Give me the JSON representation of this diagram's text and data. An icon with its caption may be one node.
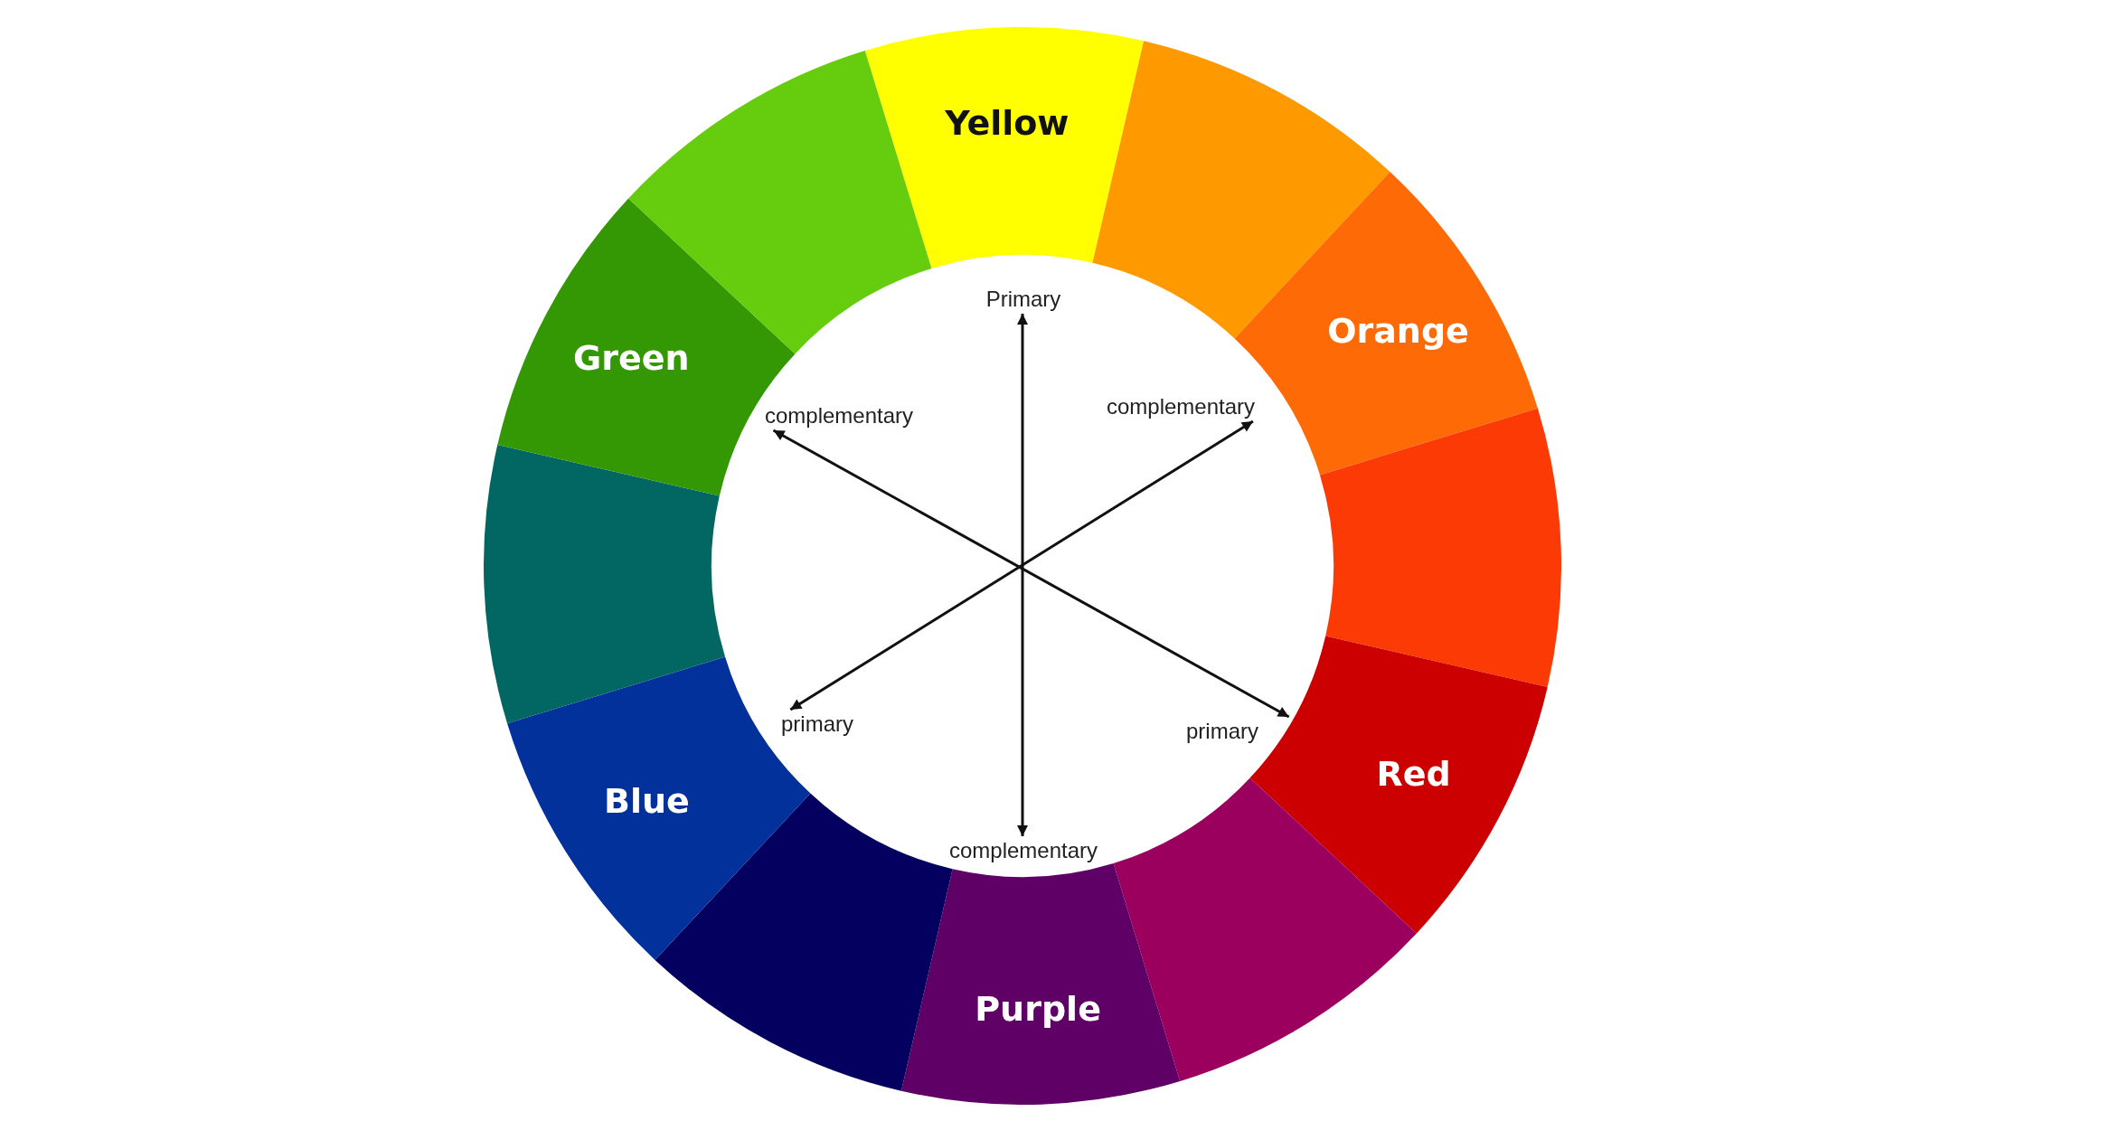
{
  "diagram": {
    "nodes": [
      {
        "text": [
          "Yellow"
        ]
      },
      {
        "text": [],
        "shape": "wedge"
      },
      {
        "text": [
          "Orange"
        ]
      },
      {
        "text": [],
        "shape": "wedge"
      },
      {
        "text": [
          "Red"
        ]
      },
      {
        "text": [],
        "shape": "wedge"
      },
      {
        "text": [
          "Purple"
        ]
      },
      {
        "text": [],
        "shape": "wedge"
      },
      {
        "text": [
          "Blue"
        ]
      },
      {
        "text": [],
        "shape": "wedge"
      },
      {
        "text": [
          "Green"
        ]
      },
      {
        "text": [],
        "shape": "wedge"
      },
      {
        "text": [
          "Primary"
        ]
      },
      {
        "text": [
          "complementary"
        ]
      },
      {
        "text": [
          "complementary"
        ]
      },
      {
        "text": [
          "primary"
        ]
      },
      {
        "text": [
          "primary"
        ]
      },
      {
        "text": [
          "complementary"
        ]
      }
    ],
    "edges": [
      {
        "from": 12,
        "to": 17,
        "arrow": "both"
      },
      {
        "from": 13,
        "to": 16,
        "arrow": "both"
      },
      {
        "from": 14,
        "to": 15,
        "arrow": "both"
      }
    ]
  }
}
